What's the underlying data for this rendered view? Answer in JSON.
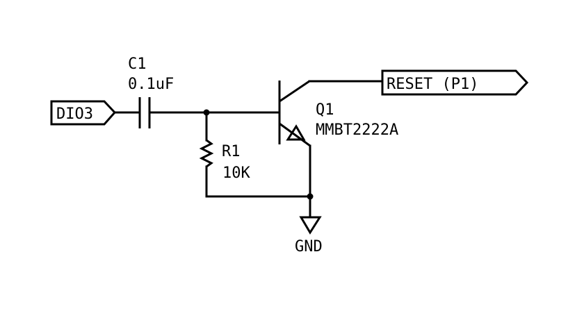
{
  "schematic": {
    "ports": {
      "input": {
        "label": "DIO3",
        "direction": "input"
      },
      "output": {
        "label": "RESET (P1)",
        "direction": "output"
      }
    },
    "components": {
      "capacitor": {
        "ref": "C1",
        "value": "0.1uF"
      },
      "resistor": {
        "ref": "R1",
        "value": "10K"
      },
      "transistor": {
        "ref": "Q1",
        "value": "MMBT2222A",
        "type": "NPN"
      }
    },
    "ground": {
      "label": "GND"
    },
    "colors": {
      "line": "#000000",
      "background": "#ffffff"
    }
  }
}
